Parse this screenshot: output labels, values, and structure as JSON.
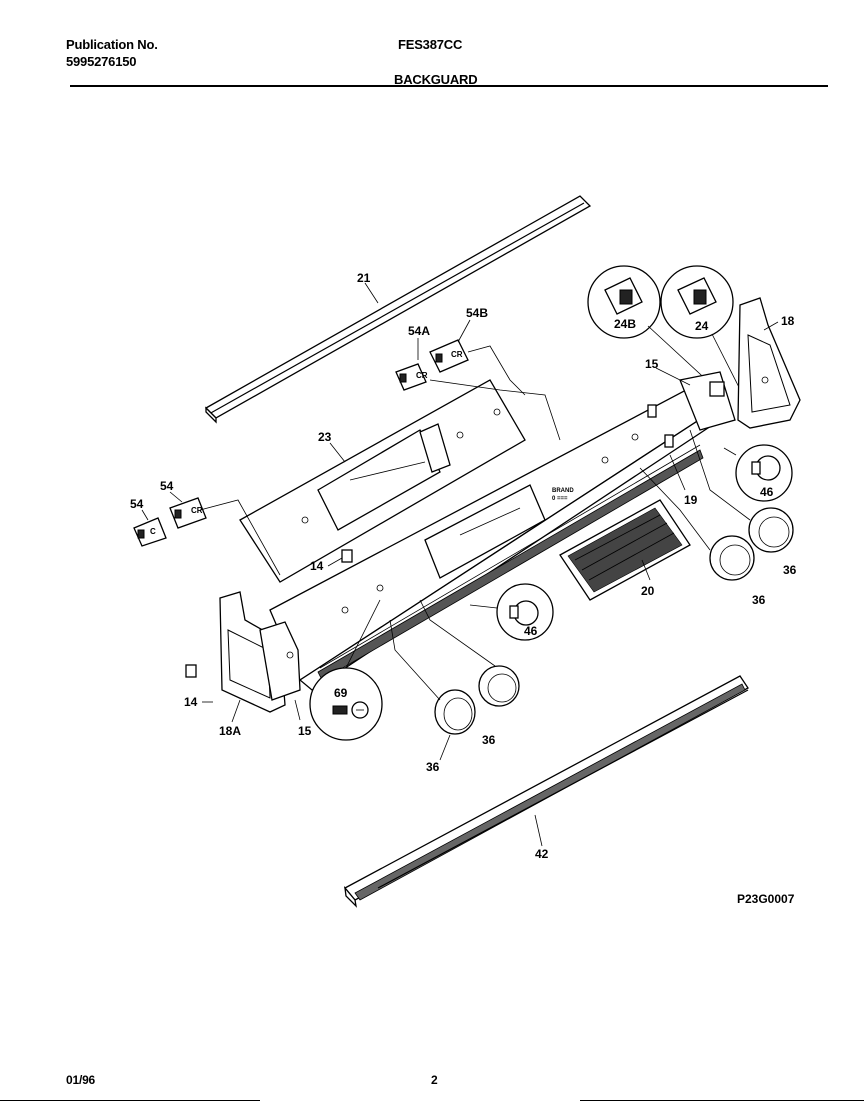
{
  "header": {
    "publication_label": "Publication No.",
    "publication_number": "5995276150",
    "model": "FES387CC",
    "section_title": "BACKGUARD"
  },
  "diagram_code": "P23G0007",
  "footer": {
    "date": "01/96",
    "page": "2"
  },
  "callouts": {
    "c21": "21",
    "c54A": "54A",
    "c54B": "54B",
    "c23": "23",
    "c54a": "54",
    "c54b": "54",
    "c14a": "14",
    "c14b": "14",
    "c18A": "18A",
    "c15a": "15",
    "c69": "69",
    "c36a": "36",
    "c36b": "36",
    "c36c": "36",
    "c36d": "36",
    "c46a": "46",
    "c46b": "46",
    "c42": "42",
    "c20": "20",
    "c19": "19",
    "c15b": "15",
    "c24B": "24B",
    "c24": "24",
    "c18": "18"
  }
}
